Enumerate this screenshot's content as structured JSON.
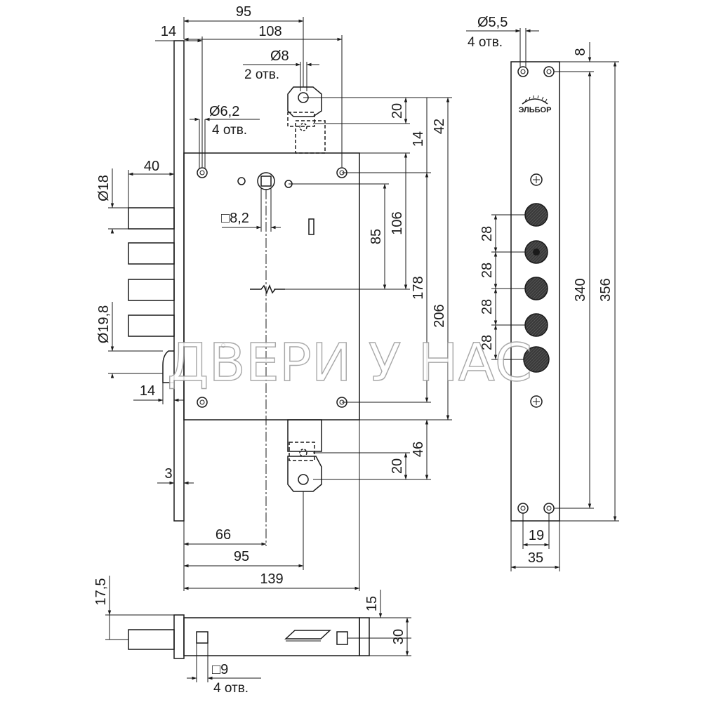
{
  "drawing": {
    "watermark": "ДВЕРИ У НАС",
    "brand_logo": "ЭЛЬБОР",
    "front_view": {
      "dims": {
        "d95_top": "95",
        "d108": "108",
        "d14_left": "14",
        "d40": "40",
        "d14_bottom": "14",
        "d3": "3",
        "d66": "66",
        "d95_bottom": "95",
        "d139": "139",
        "d85": "85",
        "d106": "106",
        "d178": "178",
        "d206": "206",
        "d20_top": "20",
        "d14_right": "14",
        "d42": "42",
        "d20_bottom": "20",
        "d46": "46"
      },
      "notes": {
        "hole8_dia": "Ø8",
        "hole8_count": "2 отв.",
        "hole62_dia": "Ø6,2",
        "hole62_count": "4 отв.",
        "square82": "□8,2",
        "bolt18": "Ø18",
        "bolt198": "Ø19,8"
      }
    },
    "faceplate_view": {
      "hole_dia": "Ø5,5",
      "hole_count": "4 отв.",
      "dims": {
        "d8": "8",
        "d28_1": "28",
        "d28_2": "28",
        "d28_3": "28",
        "d28_4": "28",
        "d340": "340",
        "d356": "356",
        "d19": "19",
        "d35": "35"
      }
    },
    "bottom_view": {
      "dims": {
        "d175": "17,5",
        "d15": "15",
        "d30": "30"
      },
      "square9": "□9",
      "hole_count": "4 отв."
    }
  }
}
